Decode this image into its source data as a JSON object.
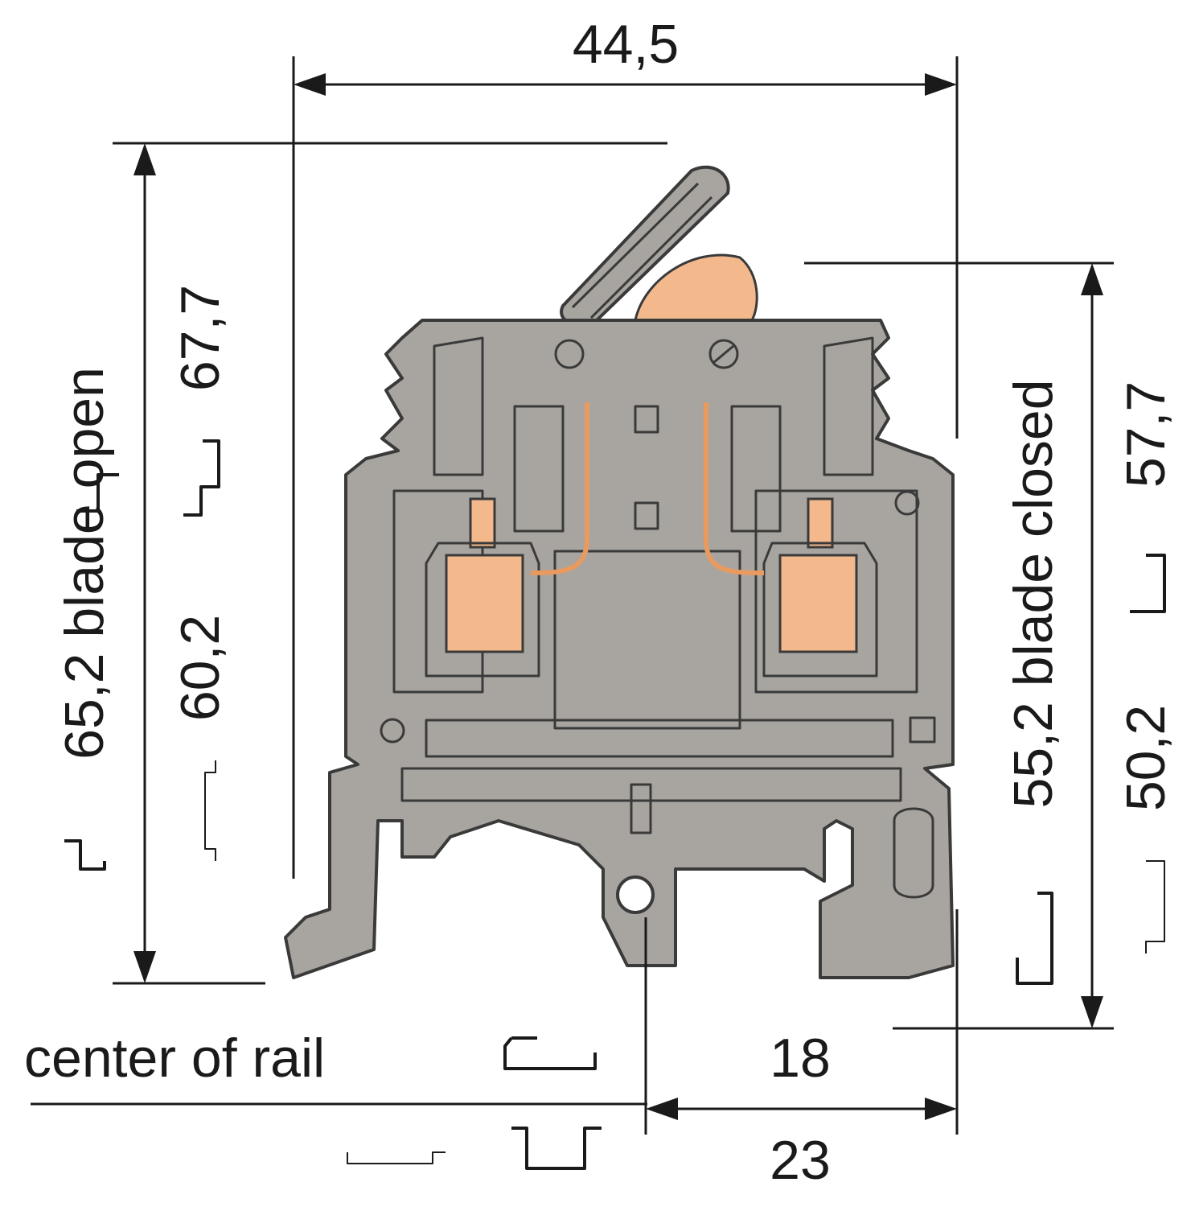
{
  "dimensions": {
    "width_total": "44,5",
    "height_open_a": "65,2",
    "height_open_label": "blade open",
    "height_open_b": "67,7",
    "height_open_c": "60,2",
    "height_closed_a": "55,2",
    "height_closed_label": "blade closed",
    "height_closed_b": "57,7",
    "height_closed_c": "50,2",
    "rail_offset_top": "18",
    "rail_offset_bottom": "23"
  },
  "labels": {
    "center_of_rail": "center of rail"
  },
  "colors": {
    "housing": "#a8a5a0",
    "outline": "#3a3a3a",
    "copper": "#f3b98d",
    "dimension_lines": "#1a1a1a"
  },
  "icons": {
    "rail_symbols": [
      "top-hat-rail-icon",
      "g-rail-icon",
      "low-rail-icon"
    ]
  }
}
